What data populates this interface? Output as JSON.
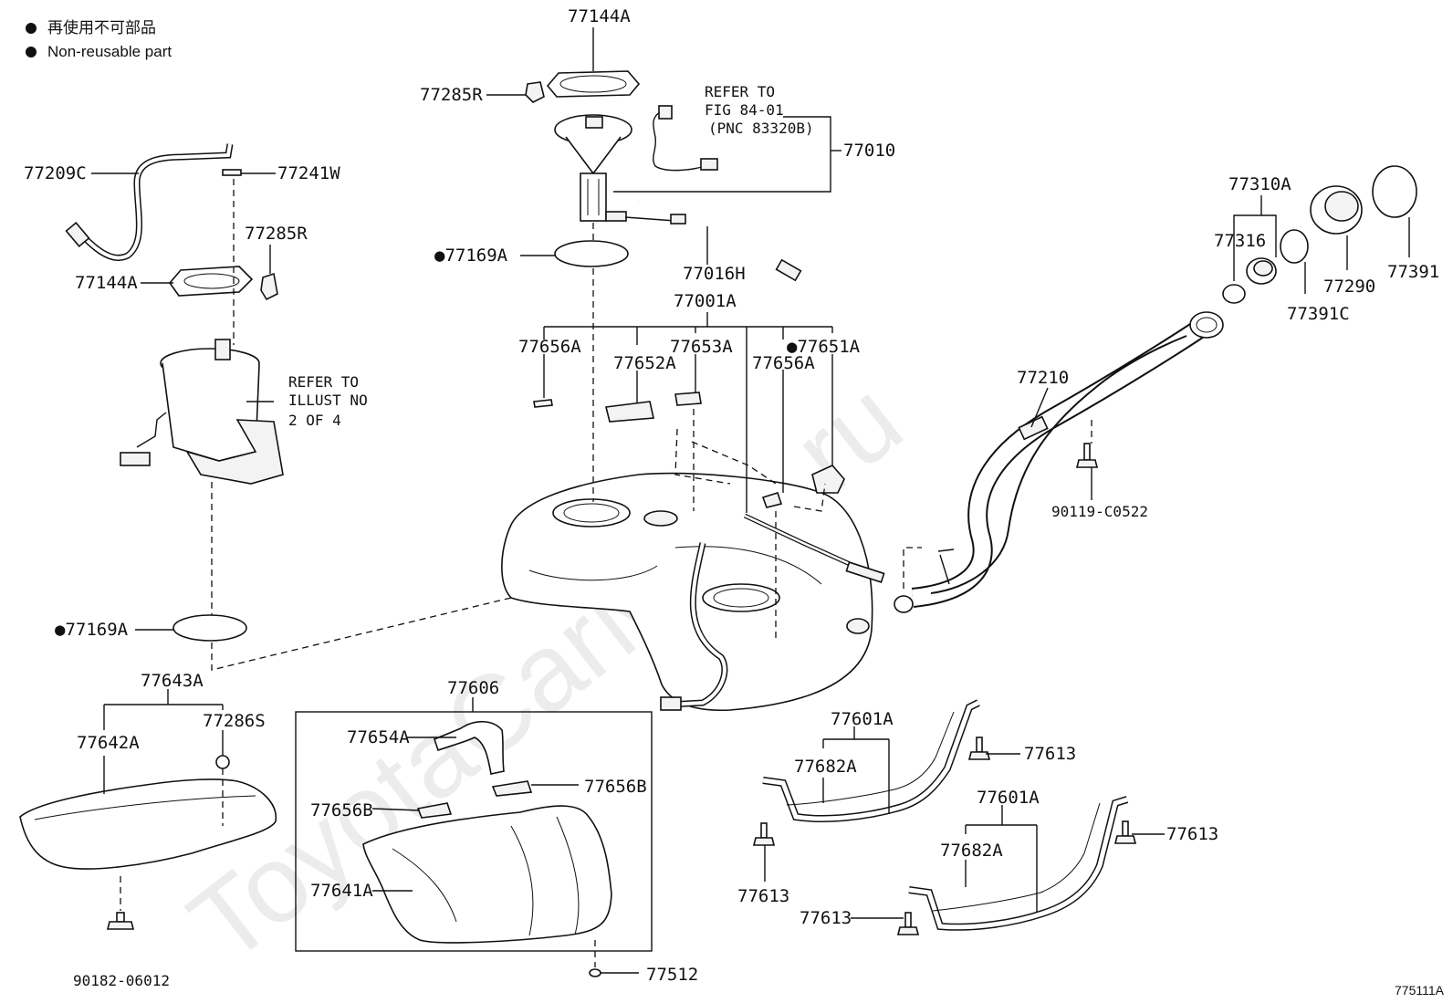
{
  "legend": {
    "jp": "再使用不可部品",
    "en": "Non-reusable part"
  },
  "watermark": "ToyotaCarMine.ru",
  "figure_id": "775111A",
  "callouts": {
    "p77144A_top": "77144A",
    "p77285R_top": "77285R",
    "refer_fig_line1": "REFER TO",
    "refer_fig_line2": "FIG 84-01",
    "refer_fig_line3": "(PNC 83320B)",
    "p77010": "77010",
    "p77209C": "77209C",
    "p77241W": "77241W",
    "p77285R_left": "77285R",
    "p77144A_left": "77144A",
    "p77169A_top": "●77169A",
    "p77016H": "77016H",
    "p77001A": "77001A",
    "p77656A_left": "77656A",
    "p77652A": "77652A",
    "p77653A": "77653A",
    "p77651A": "●77651A",
    "p77656A_right": "77656A",
    "refer_illust_line1": "REFER TO",
    "refer_illust_line2": "ILLUST NO",
    "refer_illust_line3": "2 OF 4",
    "p77169A_bottom": "●77169A",
    "p77643A": "77643A",
    "p77642A": "77642A",
    "p77286S": "77286S",
    "p90182": "90182-06012",
    "p77606": "77606",
    "p77654A": "77654A",
    "p77656B_right": "77656B",
    "p77656B_left": "77656B",
    "p77641A": "77641A",
    "p77512": "77512",
    "p77310A": "77310A",
    "p77316": "77316",
    "p77290": "77290",
    "p77391": "77391",
    "p77391C": "77391C",
    "p77210": "77210",
    "p90119": "90119-C0522",
    "p77601A_top": "77601A",
    "p77682A_top": "77682A",
    "p77613_a": "77613",
    "p77613_b": "77613",
    "p77601A_bottom": "77601A",
    "p77682A_bottom": "77682A",
    "p77613_c": "77613",
    "p77613_d": "77613"
  }
}
